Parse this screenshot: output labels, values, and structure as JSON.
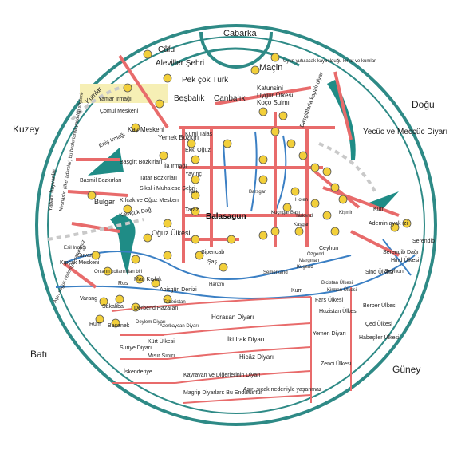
{
  "colors": {
    "frame": "#2e8a86",
    "road": "#e86b6b",
    "river": "#3a7fc4",
    "sea": "#1f8c86",
    "city_dot": "#f2cf3a",
    "dotted_path": "#c9c9c9",
    "desert": "#f6efb5"
  },
  "directions": {
    "north": "Kuzey",
    "east": "Doğu",
    "west": "Batı",
    "south": "Güney"
  },
  "places": {
    "cabarka": "Cabarka",
    "cafu": "Câfu",
    "aleviler": "Aleviller Şehri",
    "macin": "Maçin",
    "katunsini": "Katunsini",
    "uygur": "Uygur Ülkesi",
    "koco": "Koço Sulmı",
    "pekcok": "Pek çok Türk",
    "besbalik": "Beşbalık",
    "canbalik": "Canbalık",
    "kumlar": "Kumlar",
    "yamar": "Yamar Irmağı",
    "comul": "Çömül Meskeni",
    "kay": "Kay Meskeni",
    "yemek": "Yemek Bozkırı",
    "ertis": "Ertiş Irmağı",
    "basgirt": "Başgirt Bozkırları",
    "ila": "İla Irmağı",
    "basmil": "Basmil Bozkırları",
    "tatar": "Tatar Bozkırları",
    "sikal": "Sikal-i Muhalese Şehri",
    "bulgar": "Bulgar",
    "kipcak": "Kıfçak ve Oğuz Meskeni",
    "karacuk": "Karaçuk Dağı",
    "oguz": "Oğuz Ülkesi",
    "kumi": "Kümi Talas",
    "ekki": "Ekki Oğuz",
    "yavinc": "Yavınç",
    "nzi": "Nzi",
    "taraz": "Taraz",
    "balasagun": "Balasagun",
    "barsgan": "Barsgan",
    "kucngar": "Kuçngar Başı",
    "yarkend": "Yarkend",
    "kasgar": "Kaşgar",
    "hoten": "Hoten",
    "kismir": "Kişmir",
    "sipencab": "Sipencab",
    "sas": "Şaş",
    "semerkand": "Semerkand",
    "ozgend": "Özgend",
    "kugend": "Kugend",
    "margınan": "Margınan",
    "ceyhun": "Ceyhun",
    "yecuc": "Yecüc ve Meccüc Diyarı",
    "kum": "Kum",
    "ademin": "Ademin ayak izi",
    "serendib_dagi": "Serendib Dağı",
    "serendib": "Serendib",
    "hind": "Hind Ülkesi",
    "seyhun": "Seyhun",
    "sind": "Sind Ülkesi",
    "kirman": "Kirman Ülkesi",
    "bicistan": "Bicistan Ülkesi",
    "fars": "Fars Ülkesi",
    "huzistan": "Huzistan Ülkesi",
    "berber": "Berber Ülkesi",
    "ced": "Çed Ülkesi",
    "habesiler": "Habeşiler Ülkesi",
    "yemen": "Yemen Diyarı",
    "zenci": "Zenci Ülkesi",
    "horasan": "Horasan Diyarı",
    "iki_irak": "İki Irak Diyarı",
    "hicaz": "Hicâz Diyarı",
    "misir": "Mısır Sınırı",
    "kurt": "Kürt Ülkesi",
    "suriye": "Suriye Diyarı",
    "iskenderiye": "İskenderiye",
    "kayravan": "Kayravan ve Diğerlerinin Diyarı",
    "magrip": "Magrip Diyarları: Bu Endülüs'tür",
    "asiri_sicak": "Aşırı sıcak nedeniyle yaşanmaz",
    "azerbaycan": "Azerbaycan Diyarı",
    "hazar": "Hazar",
    "derbend": "Derbend Hazaran",
    "taberistan": "Taberistan",
    "abisgun": "Abisgün Denizi",
    "harizm": "Harizm",
    "man_kislak": "Man Kışlak",
    "rus": "Rus",
    "suvar": "Suvar",
    "kipcak_meskeni": "Kıpçak Meskeni",
    "onlarin": "Onların kollarından biri",
    "esil": "Esil Irmağı",
    "varang": "Varang",
    "sakaliba": "Sakaliba",
    "rum": "Rum",
    "becenek": "Beçenek",
    "deylem": "Deylem Diyarı",
    "yabani": "Yabani hayvanlar",
    "nesnas": "Nesnâs'ın (ilkel adamlar) bu bozkırlarda yaşadığı söylenir",
    "asiri_soguk": "Aşırı soğuk nedeniyle yaşanmaz",
    "uyun": "Uyun yutulacak kaybolduğu kırlar ve kumlar",
    "basgirtlar": "Başgirtlarla kapalı diyar"
  }
}
